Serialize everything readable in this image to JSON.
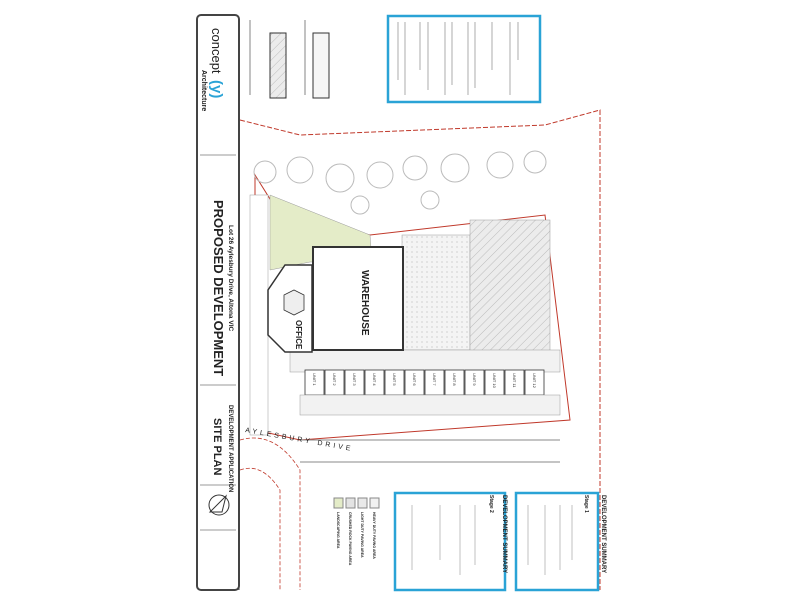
{
  "title_block": {
    "logo_word": "concept",
    "logo_mark": "(y)",
    "logo_sub": "Architecture",
    "project_title": "PROPOSED DEVELOPMENT",
    "project_address": "Lot 26 Aylesbury Drive, Altona VIC",
    "drawing_title": "SITE PLAN",
    "drawing_status": "DEVELOPMENT APPLICATION"
  },
  "plan": {
    "warehouse_label": "WAREHOUSE",
    "office_label": "OFFICE",
    "street_label": "AYLESBURY DRIVE",
    "units": [
      "UNIT 1",
      "UNIT 2",
      "UNIT 3",
      "UNIT 4",
      "UNIT 5",
      "UNIT 6",
      "UNIT 7",
      "UNIT 8",
      "UNIT 9",
      "UNIT 10",
      "UNIT 11",
      "UNIT 12"
    ]
  },
  "summary": [
    {
      "title": "DEVELOPMENT SUMMARY",
      "stage": "Stage 1"
    },
    {
      "title": "DEVELOPMENT SUMMARY",
      "stage": "Stage 2"
    }
  ],
  "legend": [
    {
      "label": "HEAVY DUTY PAVING AREA",
      "color": "#f1f1f1"
    },
    {
      "label": "LIGHT DUTY PAVING AREA",
      "color": "#e9e9e9"
    },
    {
      "label": "CRUSHED ROCK PAVING AREA",
      "color": "#e3e3e3"
    },
    {
      "label": "LANDSCAPING AREA",
      "color": "#e4ecc8"
    }
  ],
  "colors": {
    "accent": "#2aa3d6",
    "boundary": "#c0392b",
    "landscape": "#e4ecc8"
  }
}
